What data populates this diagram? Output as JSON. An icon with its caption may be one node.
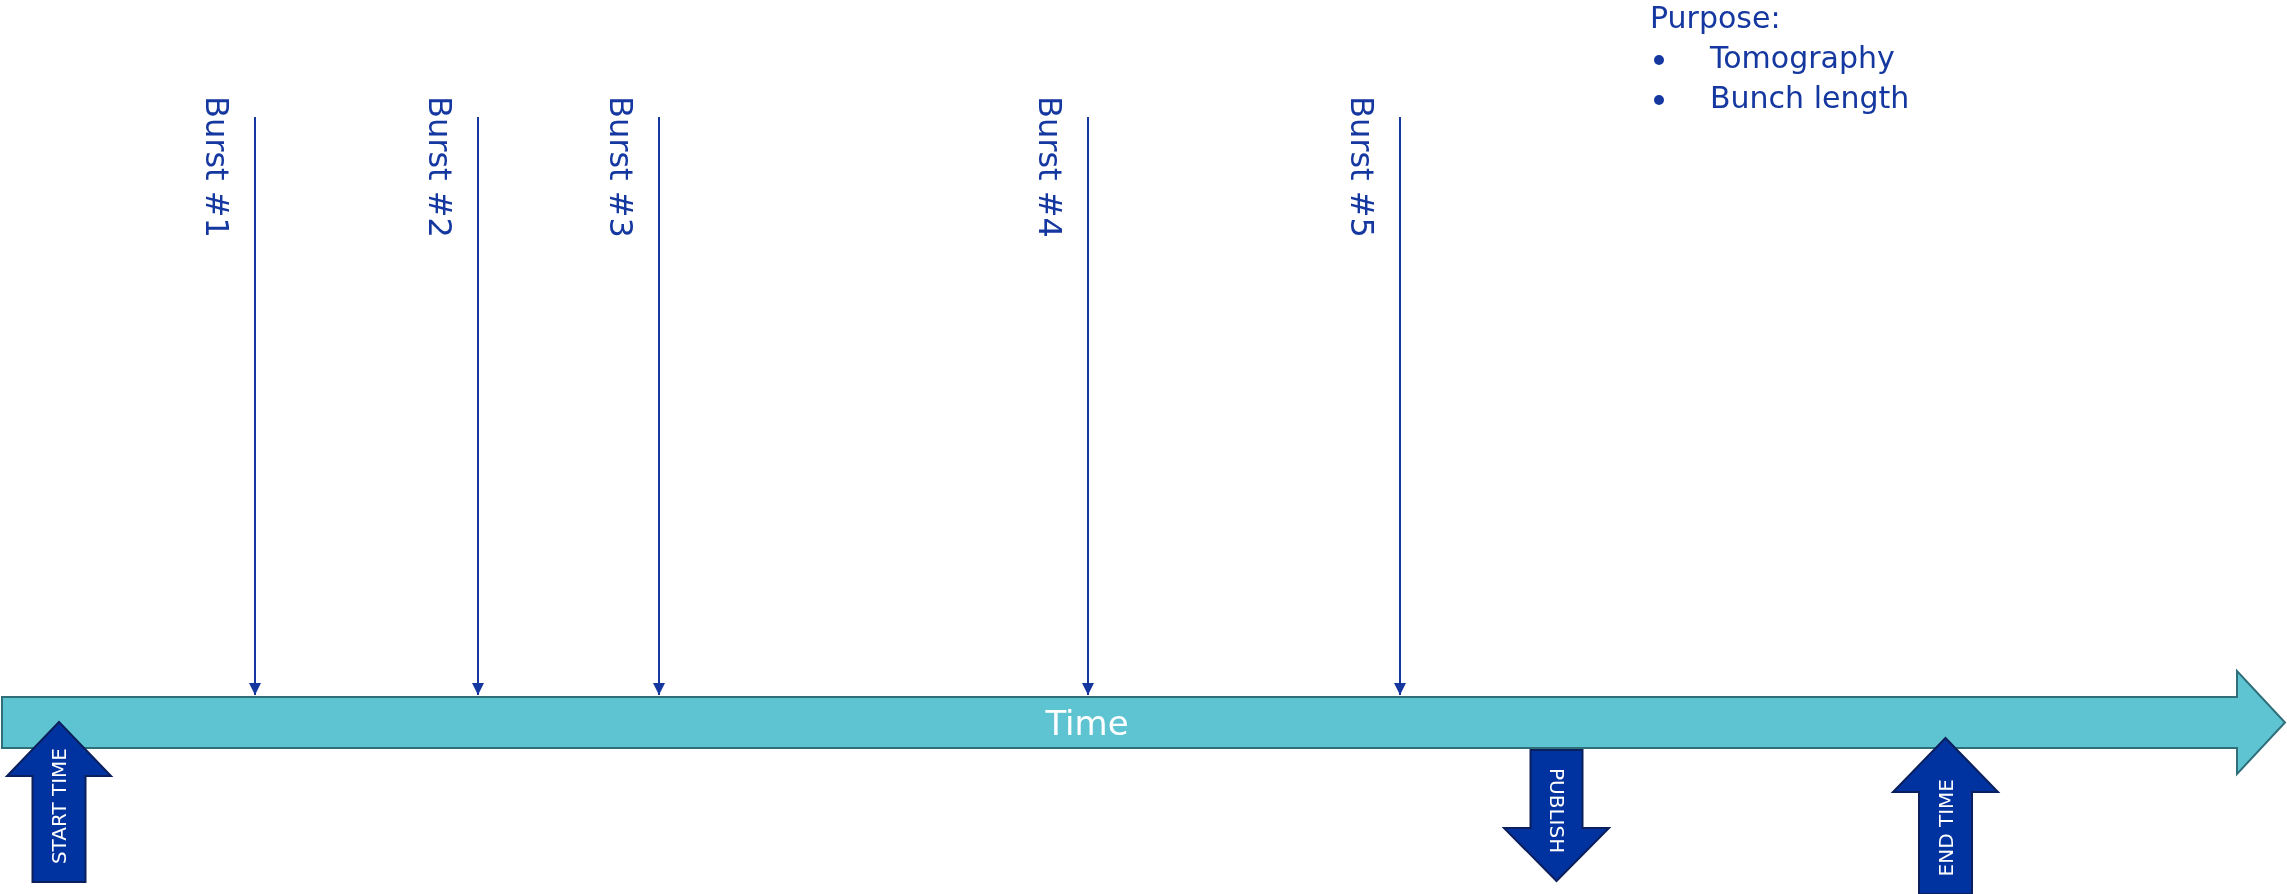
{
  "diagram": {
    "nodes": [
      {
        "text": [
          "Time"
        ]
      },
      {
        "text": [
          "START TIME"
        ]
      },
      {
        "text": [
          "PUBLISH"
        ]
      },
      {
        "text": [
          "END TIME"
        ]
      },
      {
        "text": [
          "Burst #1"
        ]
      },
      {
        "text": [
          "Burst #2"
        ]
      },
      {
        "text": [
          "Burst #3"
        ]
      },
      {
        "text": [
          "Burst #4"
        ]
      },
      {
        "text": [
          "Burst #5"
        ]
      }
    ],
    "edges": [
      {
        "from": 4,
        "to": 0,
        "arrow": "to"
      },
      {
        "from": 5,
        "to": 0,
        "arrow": "to"
      },
      {
        "from": 6,
        "to": 0,
        "arrow": "to"
      },
      {
        "from": 7,
        "to": 0,
        "arrow": "to"
      },
      {
        "from": 8,
        "to": 0,
        "arrow": "to"
      }
    ],
    "labels": [
      "Purpose:",
      "Tomography",
      "Bunch length"
    ]
  }
}
